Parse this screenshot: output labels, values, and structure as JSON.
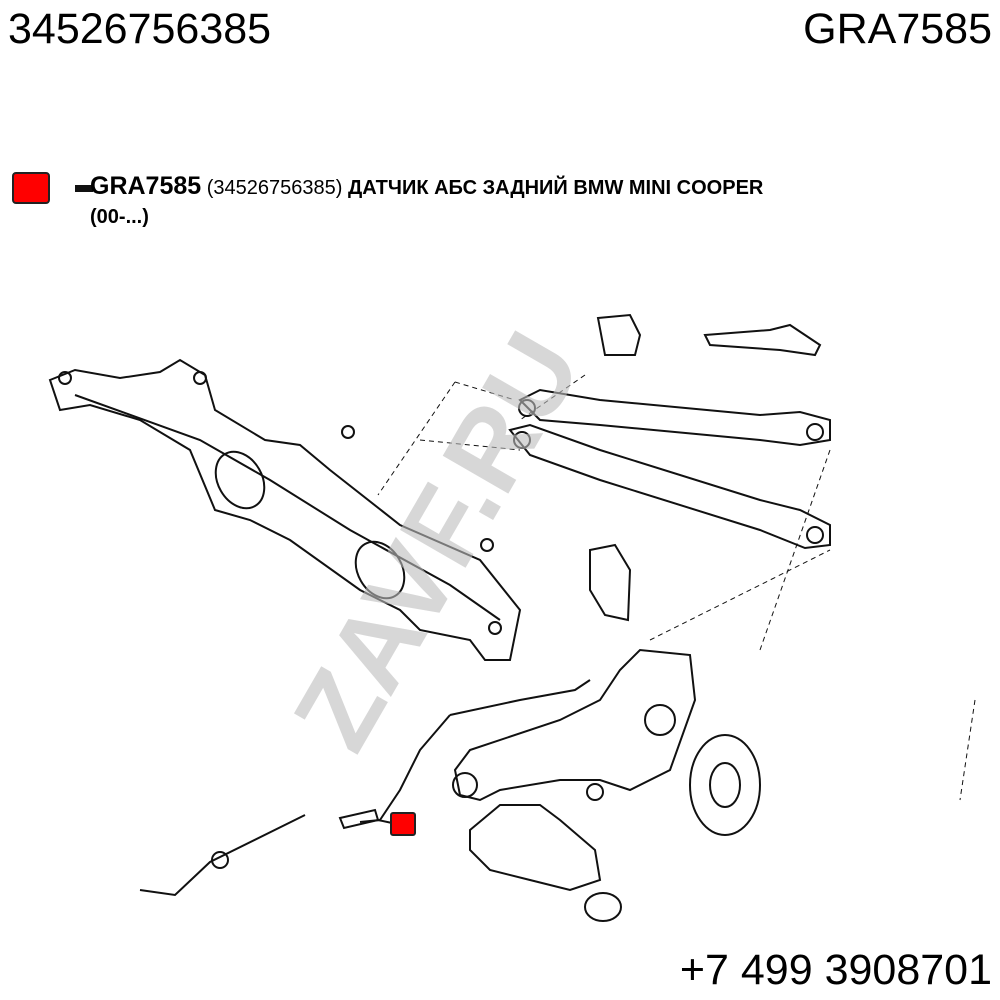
{
  "header": {
    "oem_number": "34526756385",
    "part_code": "GRA7585"
  },
  "legend": {
    "code": "GRA7585",
    "oem": "(34526756385)",
    "description": "ДАТЧИК АБС ЗАДНИЙ BMW MINI COOPER (00-...)",
    "marker_color": "#ff0000"
  },
  "watermark": "ZAVF.RU",
  "footer": {
    "phone": "+7 499 3908701"
  }
}
